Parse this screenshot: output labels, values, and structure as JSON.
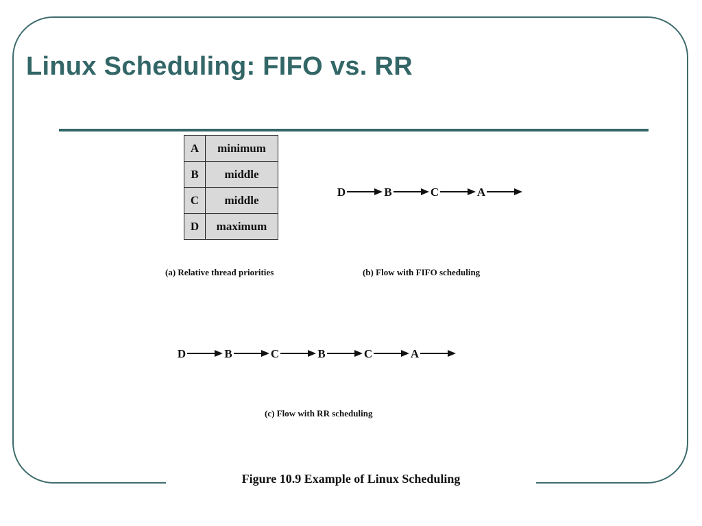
{
  "slide": {
    "title": "Linux Scheduling: FIFO vs. RR",
    "colors": {
      "accent": "#336666",
      "frame": "#3e6b6b",
      "cell_fill": "#d9d9d9"
    }
  },
  "priority_table": {
    "rows": [
      {
        "thread": "A",
        "priority": "minimum"
      },
      {
        "thread": "B",
        "priority": "middle"
      },
      {
        "thread": "C",
        "priority": "middle"
      },
      {
        "thread": "D",
        "priority": "maximum"
      }
    ],
    "caption": "(a) Relative thread priorities"
  },
  "fifo_flow": {
    "sequence": [
      "D",
      "B",
      "C",
      "A"
    ],
    "caption": "(b) Flow with FIFO scheduling"
  },
  "rr_flow": {
    "sequence": [
      "D",
      "B",
      "C",
      "B",
      "C",
      "A"
    ],
    "caption": "(c) Flow with RR scheduling"
  },
  "figure_caption": "Figure 10.9  Example of Linux Scheduling"
}
